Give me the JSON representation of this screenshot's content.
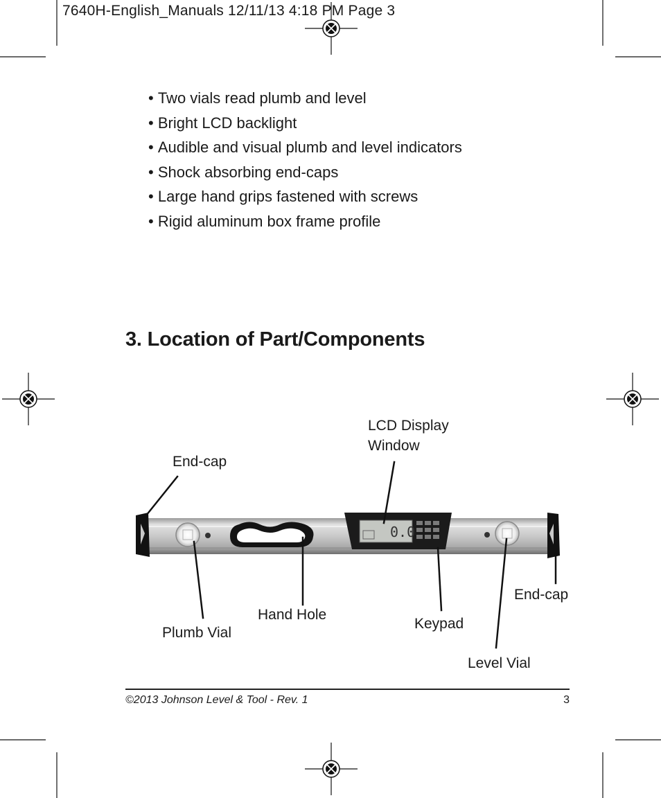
{
  "slug": {
    "text": "7640H-English_Manuals  12/11/13  4:18 PM  Page 3"
  },
  "features": [
    "Two vials read plumb and level",
    "Bright LCD backlight",
    "Audible and visual plumb and level indicators",
    "Shock absorbing end-caps",
    "Large hand grips fastened with screws",
    "Rigid aluminum box frame profile"
  ],
  "section": {
    "heading": "3. Location of Part/Components"
  },
  "diagram": {
    "lcd_label_line1": "LCD Display",
    "lcd_label_line2": "Window",
    "endcap_left": "End-cap",
    "endcap_right": "End-cap",
    "hand_hole": "Hand Hole",
    "plumb_vial": "Plumb Vial",
    "keypad": "Keypad",
    "level_vial": "Level Vial",
    "lcd_readout": "0.0"
  },
  "footer": {
    "copyright": "©2013 Johnson Level & Tool - Rev. 1",
    "page_number": "3"
  }
}
